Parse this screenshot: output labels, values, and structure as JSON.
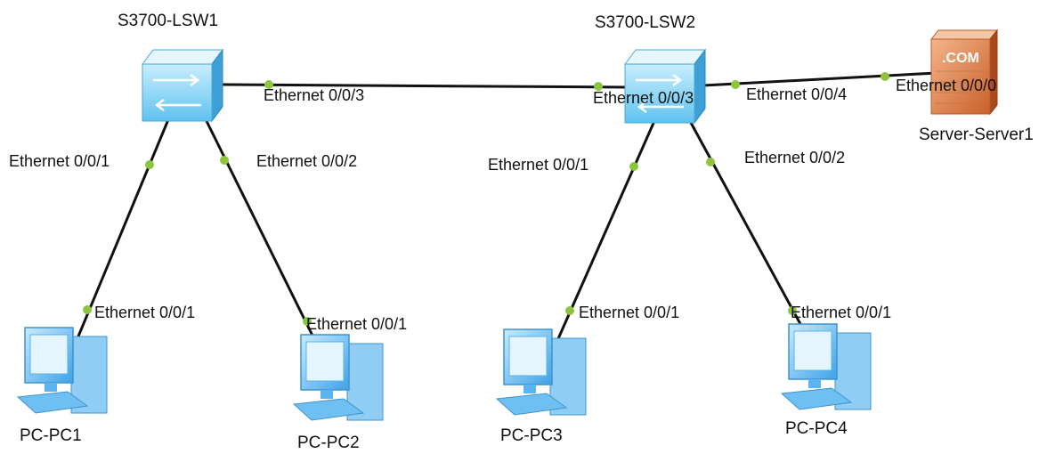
{
  "devices": {
    "lsw1": {
      "name": "S3700-LSW1",
      "type": "switch-icon"
    },
    "lsw2": {
      "name": "S3700-LSW2",
      "type": "switch-icon"
    },
    "server1": {
      "name": "Server-Server1",
      "type": "server-icon",
      "badge": ".COM"
    },
    "pc1": {
      "name": "PC-PC1",
      "type": "pc-icon"
    },
    "pc2": {
      "name": "PC-PC2",
      "type": "pc-icon"
    },
    "pc3": {
      "name": "PC-PC3",
      "type": "pc-icon"
    },
    "pc4": {
      "name": "PC-PC4",
      "type": "pc-icon"
    }
  },
  "links": [
    {
      "from": "S3700-LSW1",
      "from_port": "Ethernet 0/0/3",
      "to": "S3700-LSW2",
      "to_port": "Ethernet 0/0/3"
    },
    {
      "from": "S3700-LSW2",
      "from_port": "Ethernet 0/0/4",
      "to": "Server-Server1",
      "to_port": "Ethernet 0/0/0"
    },
    {
      "from": "S3700-LSW1",
      "from_port": "Ethernet 0/0/1",
      "to": "PC-PC1",
      "to_port": "Ethernet 0/0/1"
    },
    {
      "from": "S3700-LSW1",
      "from_port": "Ethernet 0/0/2",
      "to": "PC-PC2",
      "to_port": "Ethernet 0/0/1"
    },
    {
      "from": "S3700-LSW2",
      "from_port": "Ethernet 0/0/1",
      "to": "PC-PC3",
      "to_port": "Ethernet 0/0/1"
    },
    {
      "from": "S3700-LSW2",
      "from_port": "Ethernet 0/0/2",
      "to": "PC-PC4",
      "to_port": "Ethernet 0/0/1"
    }
  ],
  "colors": {
    "link": "#111111",
    "port_dot": "#8cc63f",
    "switch": "#7fd0f5",
    "pc": "#5ab4ef",
    "server": "#e0864f"
  }
}
